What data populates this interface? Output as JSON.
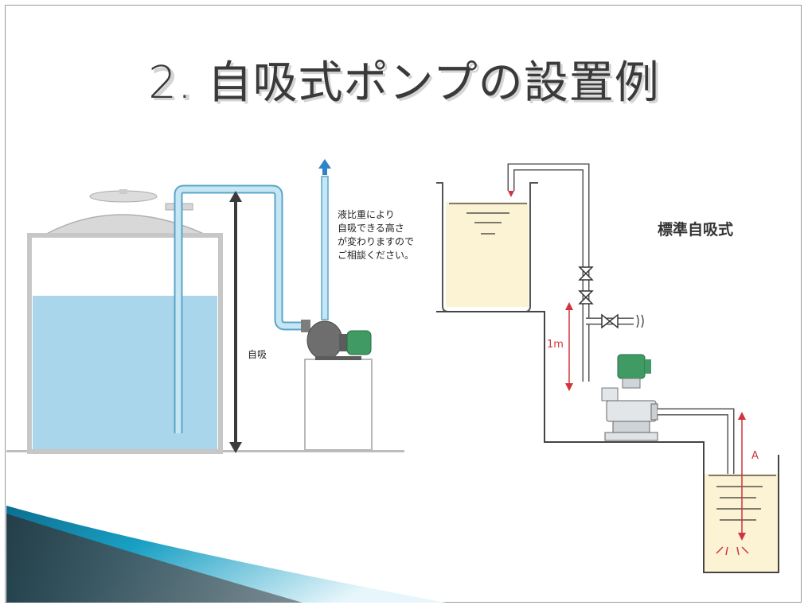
{
  "slide": {
    "title": "2. 自吸式ポンプの設置例"
  },
  "left_diagram": {
    "note": "液比重により\n自吸できる高さ\nが変わりますので\nご相談ください。",
    "suction_label": "自吸"
  },
  "right_diagram": {
    "caption": "標準自吸式",
    "height_label": "1m",
    "depth_label": "A"
  },
  "colors": {
    "water": "#a9d6ea",
    "pipe": "#b9dff0",
    "pipe_edge": "#5aa6c9",
    "tank_wall": "#d0d0d0",
    "motor_green": "#3f9a63",
    "red_dim": "#d0343c",
    "liquid_yellow": "#fbf3d4"
  }
}
